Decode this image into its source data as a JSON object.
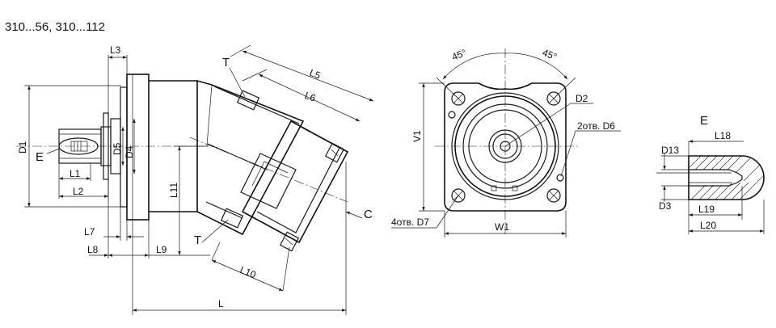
{
  "title": "310...56, 310...112",
  "labels": {
    "L": "L",
    "L1": "L1",
    "L2": "L2",
    "L3": "L3",
    "L5": "L5",
    "L6": "L6",
    "L7": "L7",
    "L8": "L8",
    "L9": "L9",
    "L10": "L10",
    "L11": "L11",
    "D1": "D1",
    "D2": "D2",
    "D3": "D3",
    "D4": "D4",
    "D5": "D5",
    "D13": "D13",
    "L18": "L18",
    "L19": "L19",
    "L20": "L20",
    "V1": "V1",
    "W1": "W1",
    "T_top": "T",
    "T_bottom": "T",
    "E_marker": "E",
    "E_detail": "E",
    "C": "C",
    "holes_D6": "2отв. D6",
    "holes_D7": "4отв. D7",
    "angle_left": "45°",
    "angle_right": "45°"
  }
}
